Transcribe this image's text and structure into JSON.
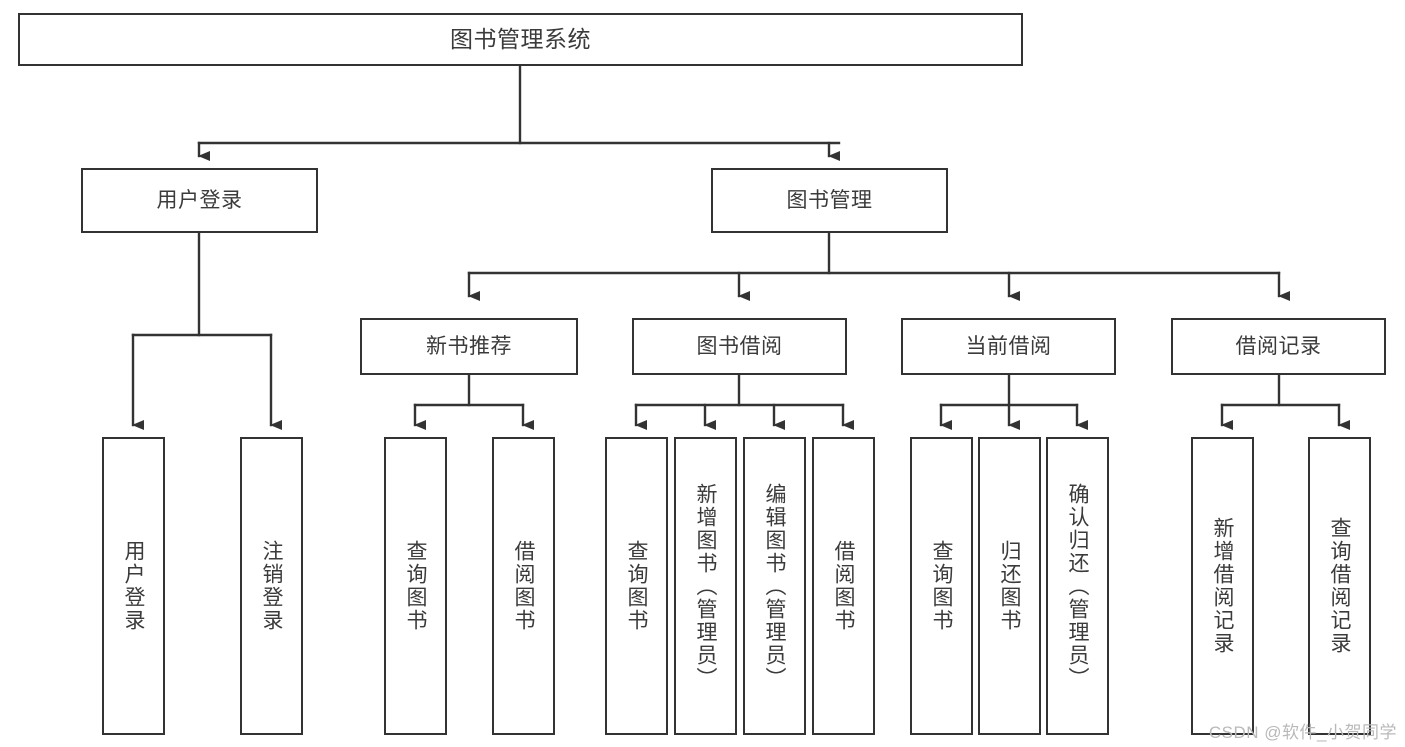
{
  "diagram": {
    "type": "tree",
    "title": "图书管理系统",
    "colors": {
      "border": "#333333",
      "background": "#ffffff",
      "text": "#3b3b3b",
      "edge": "#333333",
      "watermark": "#b9b9b9"
    },
    "root": {
      "label": "图书管理系统"
    },
    "level2": [
      {
        "label": "用户登录"
      },
      {
        "label": "图书管理"
      }
    ],
    "level3": [
      {
        "label": "新书推荐"
      },
      {
        "label": "图书借阅"
      },
      {
        "label": "当前借阅"
      },
      {
        "label": "借阅记录"
      }
    ],
    "leaves": {
      "user_login": [
        {
          "label": "用户登录"
        },
        {
          "label": "注销登录"
        }
      ],
      "new_book_recommend": [
        {
          "label": "查询图书"
        },
        {
          "label": "借阅图书"
        }
      ],
      "book_borrow": [
        {
          "label": "查询图书"
        },
        {
          "label": "新增图书（管理员）"
        },
        {
          "label": "编辑图书（管理员）"
        },
        {
          "label": "借阅图书"
        }
      ],
      "current_borrow": [
        {
          "label": "查询图书"
        },
        {
          "label": "归还图书"
        },
        {
          "label": "确认归还（管理员）"
        }
      ],
      "borrow_record": [
        {
          "label": "新增借阅记录"
        },
        {
          "label": "查询借阅记录"
        }
      ]
    }
  },
  "watermark": {
    "text": "CSDN @软件_小贺同学"
  }
}
